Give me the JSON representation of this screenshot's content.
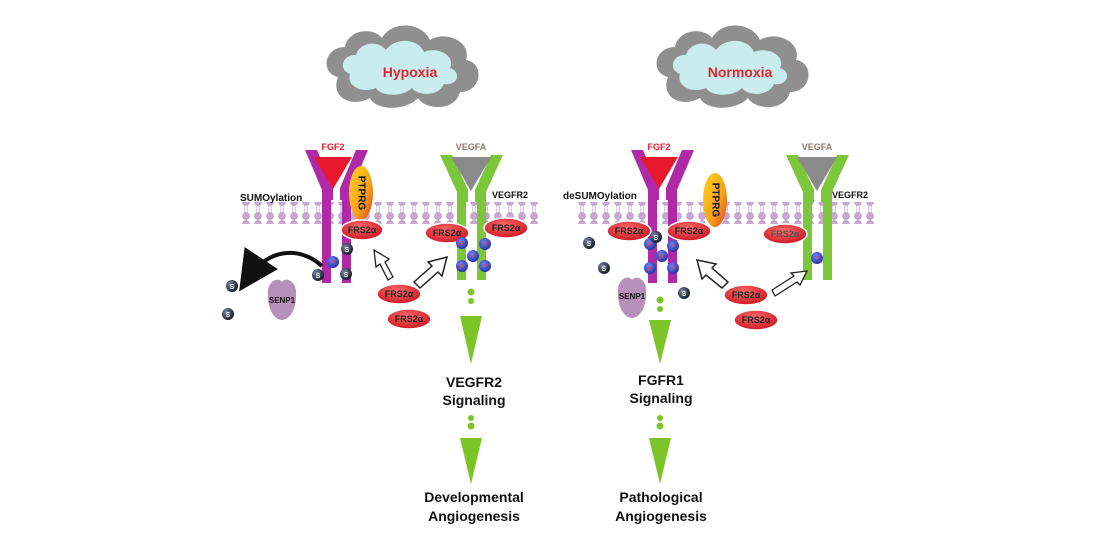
{
  "panels": [
    {
      "condition": "Hypoxia",
      "ligand_fgf": "FGF2",
      "ligand_vegf": "VEGFA",
      "receptor_label": "VEGFR2",
      "modification": "SUMOylation",
      "phosphatase": "PTPRG",
      "protease": "SENP1",
      "signaling": [
        "VEGFR2",
        "Signaling"
      ],
      "outcome": [
        "Developmental",
        "Angiogenesis"
      ]
    },
    {
      "condition": "Normoxia",
      "ligand_fgf": "FGF2",
      "ligand_vegf": "VEGFA",
      "receptor_label": "VEGFR2",
      "modification": "deSUMOylation",
      "phosphatase": "PTPRG",
      "protease": "SENP1",
      "signaling": [
        "FGFR1",
        "Signaling"
      ],
      "outcome": [
        "Pathological",
        "Angiogenesis"
      ]
    }
  ],
  "adaptor": "FRS2α",
  "sumo_symbol": "S",
  "phospho_symbol": "P",
  "colors": {
    "condition_text": "#e0262e",
    "fgf_ligand": "#e8192c",
    "vegf_ligand": "#8a8a8a",
    "fgfr1": "#b02aa8",
    "vegfr2": "#7cc63a",
    "membrane": "#c9a6d4",
    "frs2": "#e0202a",
    "sumo": "#1c2432",
    "phospho": "#2a3fb0",
    "senp1": "#b690b8",
    "arrow_green": "#7cc427",
    "cloud": "#8f8f8f",
    "cloud_inner": "#c9ecec"
  }
}
